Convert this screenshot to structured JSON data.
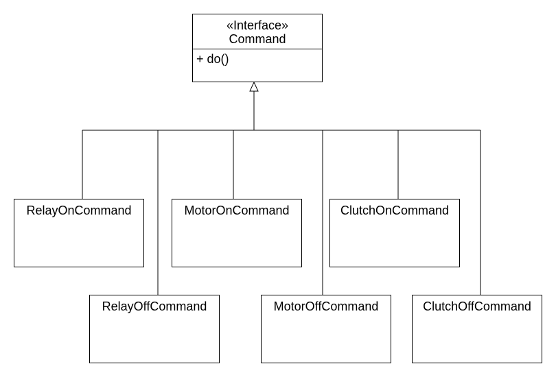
{
  "interface": {
    "stereotype": "«Interface»",
    "name": "Command",
    "operation": "+ do()"
  },
  "classes": [
    {
      "name": "RelayOnCommand"
    },
    {
      "name": "MotorOnCommand"
    },
    {
      "name": "ClutchOnCommand"
    },
    {
      "name": "RelayOffCommand"
    },
    {
      "name": "MotorOffCommand"
    },
    {
      "name": "ClutchOffCommand"
    }
  ],
  "relationships": [
    {
      "type": "realization",
      "from": "RelayOnCommand",
      "to": "Command"
    },
    {
      "type": "realization",
      "from": "RelayOffCommand",
      "to": "Command"
    },
    {
      "type": "realization",
      "from": "MotorOnCommand",
      "to": "Command"
    },
    {
      "type": "realization",
      "from": "MotorOffCommand",
      "to": "Command"
    },
    {
      "type": "realization",
      "from": "ClutchOnCommand",
      "to": "Command"
    },
    {
      "type": "realization",
      "from": "ClutchOffCommand",
      "to": "Command"
    }
  ]
}
